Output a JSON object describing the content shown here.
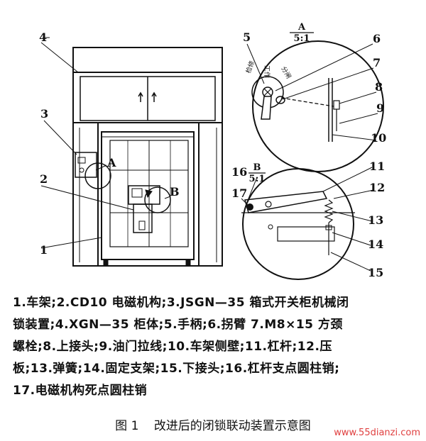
{
  "labels": {
    "n1": "1",
    "n2": "2",
    "n3": "3",
    "n4": "4",
    "n5": "5",
    "n6": "6",
    "n7": "7",
    "n8": "8",
    "n9": "9",
    "n10": "10",
    "n11": "11",
    "n12": "12",
    "n13": "13",
    "n14": "14",
    "n15": "15",
    "n16": "16",
    "n17": "17",
    "a": "A",
    "b": "B",
    "detail_a_top": "A",
    "detail_a_scale": "5:1",
    "detail_b_top": "B",
    "detail_b_scale": "5:1",
    "knob_1": "分闸",
    "knob_2": "工作",
    "knob_3": "检修"
  },
  "legend_lines": [
    "1.车架;2.CD10 电磁机构;3.JSGN—35 箱式开关柜机械闭",
    "锁装置;4.XGN—35 柜体;5.手柄;6.拐臂 7.M8×15 方颈",
    "螺栓;8.上接头;9.油门拉线;10.车架侧壁;11.杠杆;12.压",
    "板;13.弹簧;14.固定支架;15.下接头;16.杠杆支点圆柱销;",
    "17.电磁机构死点圆柱销"
  ],
  "caption": {
    "number": "图 1",
    "title": "改进后的闭锁联动装置示意图"
  },
  "watermark": "www.55dianzi.com"
}
